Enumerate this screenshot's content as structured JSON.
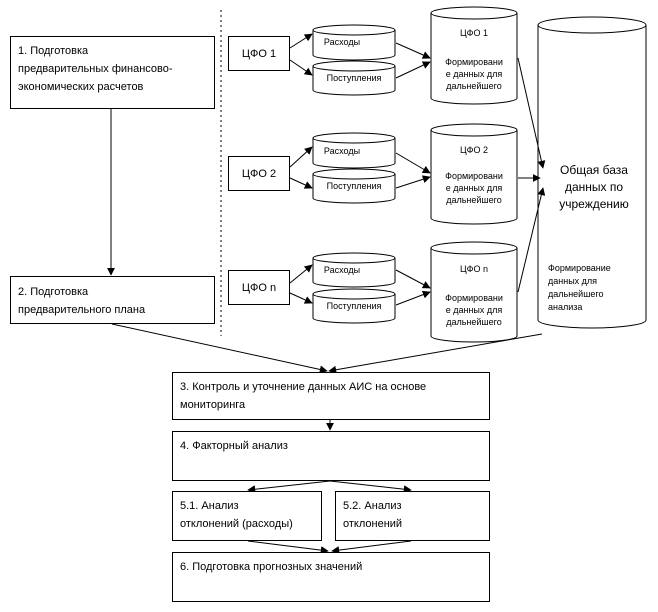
{
  "steps": {
    "s1": "1. Подготовка\nпредварительных финансово-\nэкономических расчетов",
    "s2": "2. Подготовка\nпредварительного плана",
    "s3": "3. Контроль и уточнение данных АИС на основе\nмониторинга",
    "s4": "4. Факторный анализ",
    "s51": "5.1. Анализ\nотклонений (расходы)",
    "s52": "5.2. Анализ\nотклонений",
    "s6": "6. Подготовка прогнозных значений"
  },
  "cfo": {
    "c1": "ЦФО 1",
    "c2": "ЦФО 2",
    "cn": "ЦФО n"
  },
  "drums": {
    "expenses": "Расходы",
    "income": "Поступления"
  },
  "tanks": {
    "t1": "ЦФО 1",
    "t2": "ЦФО 2",
    "tn": "ЦФО n",
    "formation": "Формировани\nе данных для\nдальнейшего"
  },
  "db": {
    "title": "Общая база\nданных по\nучреждению",
    "formation": "Формирование\nданных для\nдальнейшего\nанализа"
  },
  "colors": {
    "stroke": "#000000",
    "fill": "#ffffff",
    "text": "#000000"
  }
}
